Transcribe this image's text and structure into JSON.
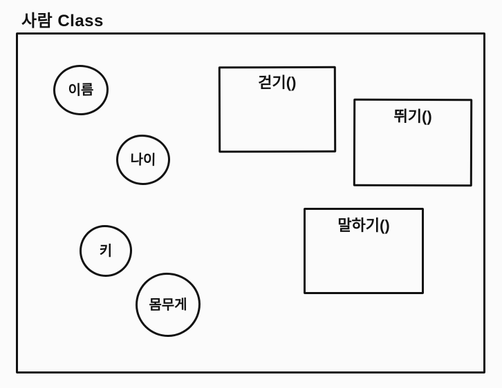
{
  "title": "사람 Class",
  "colors": {
    "background": "#fbfbfb",
    "stroke": "#111111",
    "text": "#111111"
  },
  "diagram": {
    "type": "class-diagram",
    "class_name": "사람 Class",
    "attributes": [
      {
        "label": "이름",
        "shape": "circle"
      },
      {
        "label": "나이",
        "shape": "circle"
      },
      {
        "label": "키",
        "shape": "circle"
      },
      {
        "label": "몸무게",
        "shape": "circle"
      }
    ],
    "methods": [
      {
        "label": "걷기()",
        "shape": "rectangle"
      },
      {
        "label": "뛰기()",
        "shape": "rectangle"
      },
      {
        "label": "말하기()",
        "shape": "rectangle"
      }
    ]
  }
}
